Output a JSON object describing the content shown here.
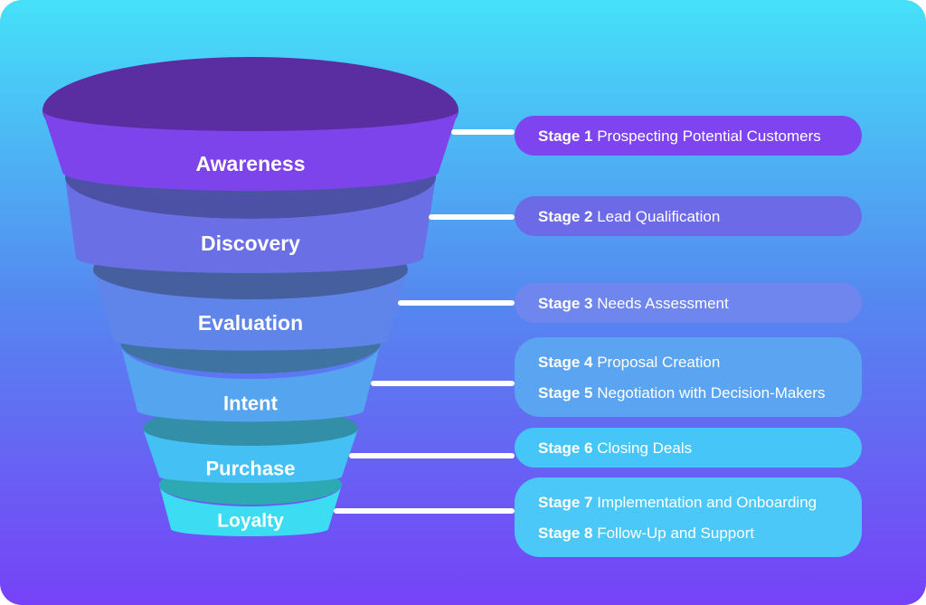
{
  "background": {
    "top": "#45e1f8",
    "mid": "#5587f0",
    "bottom": "#7742f7"
  },
  "connector_color": "#ffffff",
  "funnel": {
    "stages": [
      {
        "label": "Awareness",
        "band_color": "#7c44ea",
        "rim_color": "#5a2da0"
      },
      {
        "label": "Discovery",
        "band_color": "#6b6fe6",
        "rim_color": "#4d51a5"
      },
      {
        "label": "Evaluation",
        "band_color": "#6085ea",
        "rim_color": "#465f9f"
      },
      {
        "label": "Intent",
        "band_color": "#55a4f0",
        "rim_color": "#3f73a2"
      },
      {
        "label": "Purchase",
        "band_color": "#45c0f4",
        "rim_color": "#338fa8"
      },
      {
        "label": "Loyalty",
        "band_color": "#3cdcf2",
        "rim_color": "#2da9b4"
      }
    ]
  },
  "callouts": [
    {
      "bg": "#7d44f0",
      "lines": [
        {
          "stage": "Stage 1",
          "desc": "Prospecting Potential Customers"
        }
      ]
    },
    {
      "bg": "#6d6ae8",
      "lines": [
        {
          "stage": "Stage 2",
          "desc": "Lead Qualification"
        }
      ]
    },
    {
      "bg": "#6e86ee",
      "lines": [
        {
          "stage": "Stage 3",
          "desc": "Needs Assessment"
        }
      ]
    },
    {
      "bg": "#5ba4f2",
      "lines": [
        {
          "stage": "Stage 4",
          "desc": "Proposal Creation"
        },
        {
          "stage": "Stage 5",
          "desc": "Negotiation with Decision-Makers"
        }
      ]
    },
    {
      "bg": "#46c6f8",
      "lines": [
        {
          "stage": "Stage 6",
          "desc": "Closing Deals"
        }
      ]
    },
    {
      "bg": "#4cc8f8",
      "lines": [
        {
          "stage": "Stage 7",
          "desc": "Implementation and Onboarding"
        },
        {
          "stage": "Stage 8",
          "desc": "Follow-Up and Support"
        }
      ]
    }
  ]
}
